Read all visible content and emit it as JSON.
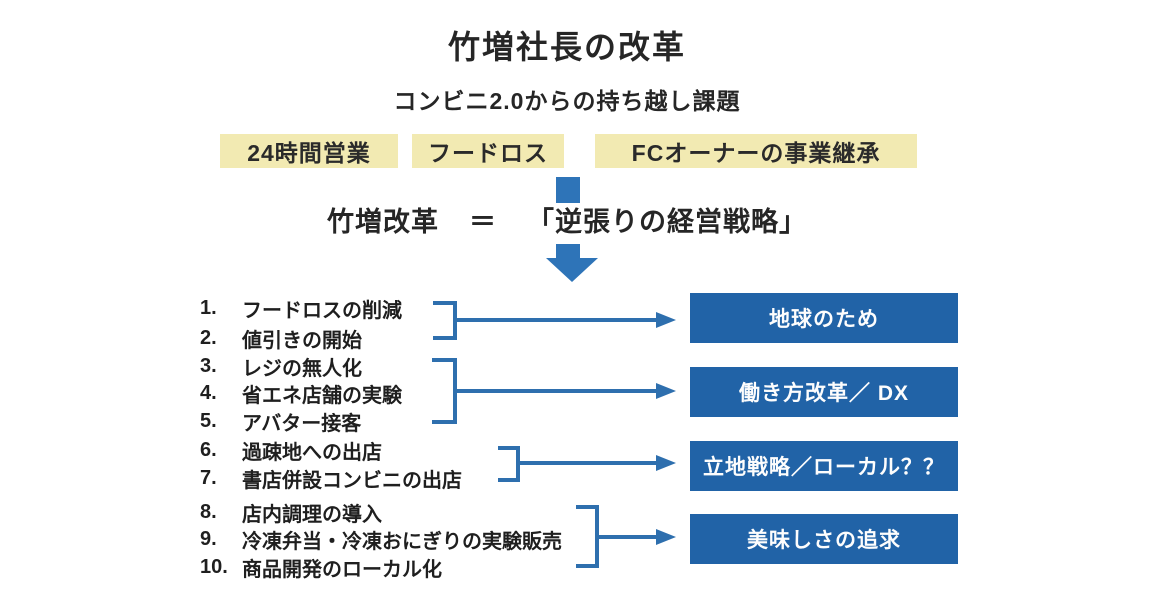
{
  "title": "竹増社長の改革",
  "subtitle": "コンビニ2.0からの持ち越し課題",
  "carryover_issues": [
    {
      "label": "24時間営業"
    },
    {
      "label": "フードロス"
    },
    {
      "label": "FCオーナーの事業継承"
    }
  ],
  "equation": {
    "left": "竹増改革",
    "operator": "＝",
    "right": "「逆張りの経営戦略」"
  },
  "reform_items": [
    {
      "number": "1.",
      "label": "フードロスの削減"
    },
    {
      "number": "2.",
      "label": "値引きの開始"
    },
    {
      "number": "3.",
      "label": "レジの無人化"
    },
    {
      "number": "4.",
      "label": "省エネ店舗の実験"
    },
    {
      "number": "5.",
      "label": "アバター接客"
    },
    {
      "number": "6.",
      "label": "過疎地への出店"
    },
    {
      "number": "7.",
      "label": "書店併設コンビニの出店"
    },
    {
      "number": "8.",
      "label": "店内調理の導入"
    },
    {
      "number": "9.",
      "label": "冷凍弁当・冷凍おにぎりの実験販売"
    },
    {
      "number": "10.",
      "label": "商品開発のローカル化"
    }
  ],
  "outcome_boxes": [
    {
      "label": "地球のため",
      "items": "1-2"
    },
    {
      "label": "働き方改革／ DX",
      "items": "3-5"
    },
    {
      "label": "立地戦略／ローカル？？",
      "items": "6-7"
    },
    {
      "label": "美味しさの追求",
      "items": "8-10"
    }
  ],
  "colors": {
    "highlight_yellow": "#f2eab2",
    "box_blue": "#2163a7",
    "arrow_blue": "#2e74b8",
    "connector_blue": "#2e6fae"
  }
}
